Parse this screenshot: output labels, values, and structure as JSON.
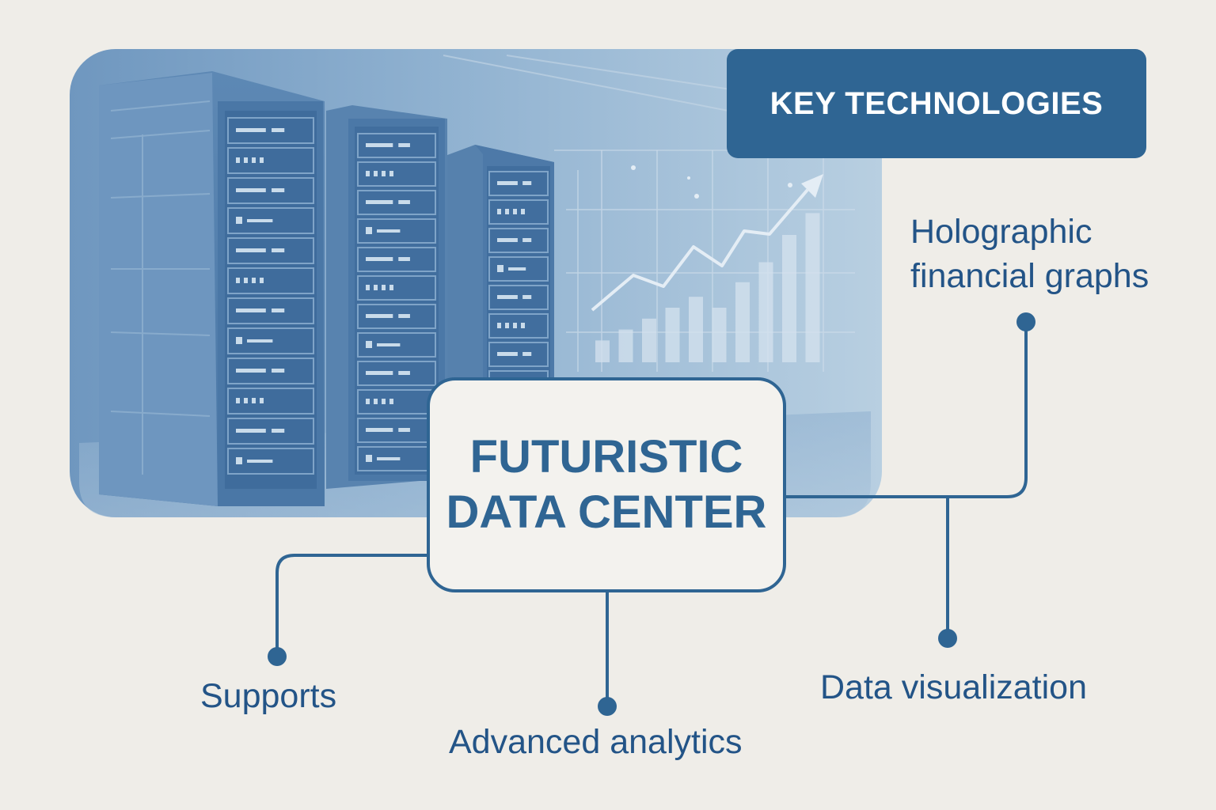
{
  "header": {
    "title": "KEY TECHNOLOGIES"
  },
  "center": {
    "line1": "FUTURISTIC",
    "line2": "DATA CENTER"
  },
  "branches": {
    "holographic_line1": "Holographic",
    "holographic_line2": "financial graphs",
    "supports": "Supports",
    "advanced_analytics": "Advanced analytics",
    "data_visualization": "Data visualization"
  },
  "illustration": {
    "subject": "server racks with holographic bar chart and rising trend arrow",
    "bar_levels": [
      0.12,
      0.18,
      0.24,
      0.3,
      0.36,
      0.3,
      0.44,
      0.55,
      0.7,
      0.82
    ]
  },
  "colors": {
    "background": "#efede8",
    "primary": "#2f6593",
    "text": "#235487",
    "illustration_base": "#7ea3c6",
    "illustration_light": "#b9cfe0"
  }
}
